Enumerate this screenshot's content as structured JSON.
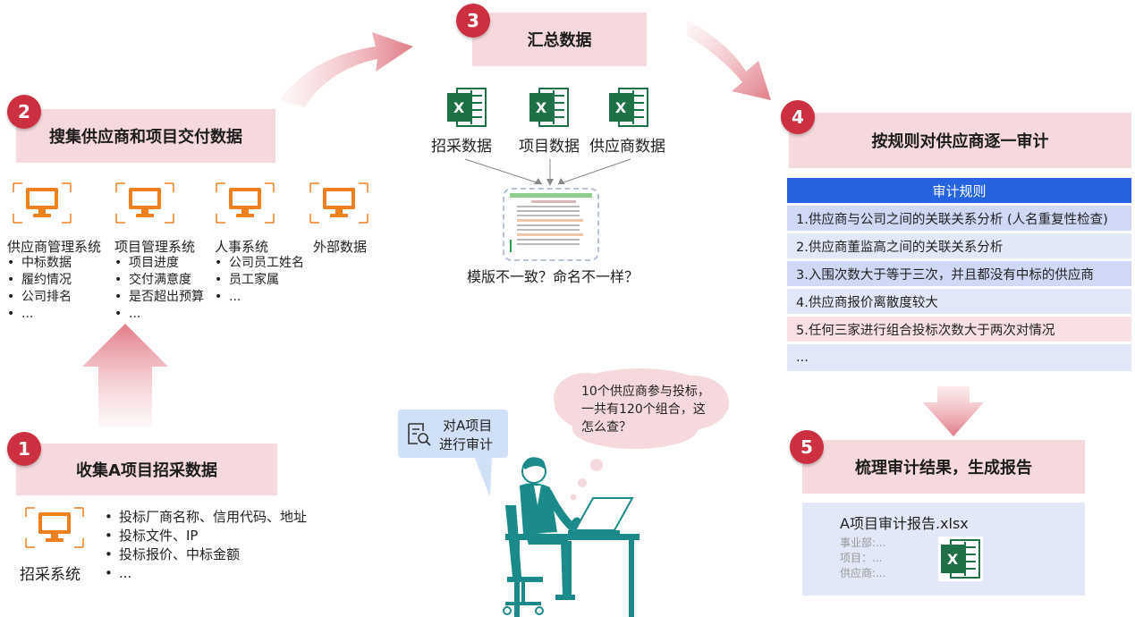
{
  "steps": {
    "s1": {
      "num": "1",
      "title": "收集A项目招采数据"
    },
    "s2": {
      "num": "2",
      "title": "搜集供应商和项目交付数据"
    },
    "s3": {
      "num": "3",
      "title": "汇总数据"
    },
    "s4": {
      "num": "4",
      "title": "按规则对供应商逐一审计"
    },
    "s5": {
      "num": "5",
      "title": "梳理审计结果，生成报告"
    }
  },
  "step1": {
    "system": "招采系统",
    "bullets": [
      "投标厂商名称、信用代码、地址",
      "投标文件、IP",
      "投标报价、中标金额",
      "..."
    ]
  },
  "step2": {
    "systems": [
      {
        "label": "供应商管理系统",
        "bullets": [
          "中标数据",
          "履约情况",
          "公司排名",
          "..."
        ]
      },
      {
        "label": "项目管理系统",
        "bullets": [
          "项目进度",
          "交付满意度",
          "是否超出预算",
          "..."
        ]
      },
      {
        "label": "人事系统",
        "bullets": [
          "公司员工姓名",
          "员工家属",
          "..."
        ]
      },
      {
        "label": "外部数据",
        "bullets": []
      }
    ]
  },
  "step3": {
    "files": [
      "招采数据",
      "项目数据",
      "供应商数据"
    ],
    "question": "模版不一致？命名不一样？"
  },
  "step4": {
    "header": "审计规则",
    "rules": [
      "1.供应商与公司之间的关联关系分析 (人名重复性检查)",
      "2.供应商董监高之间的关联关系分析",
      "3.入围次数大于等于三次，并且都没有中标的供应商",
      "4.供应商报价离散度较大",
      "5.任何三家进行组合投标次数大于两次对情况",
      "..."
    ]
  },
  "step5": {
    "filename": "A项目审计报告.xlsx",
    "lines": [
      "事业部:...",
      "项目：...",
      "供应商:..."
    ]
  },
  "auditor": {
    "callout_line1": "对A项目",
    "callout_line2": "进行审计",
    "thought_line1": "10个供应商参与投标，",
    "thought_line2": "一共有120个组合，这",
    "thought_line3": "怎么查？"
  },
  "icons": {
    "monitor": "computer-monitor-icon",
    "excel": "excel-file-icon",
    "audit": "audit-icon"
  },
  "colors": {
    "accent_red": "#cc3040",
    "step_box": "#f6d9dc",
    "rule_header": "#2663e0",
    "monitor_orange": "#f07f1e",
    "excel_green": "#1e7145",
    "person_teal": "#1a8a8a"
  }
}
